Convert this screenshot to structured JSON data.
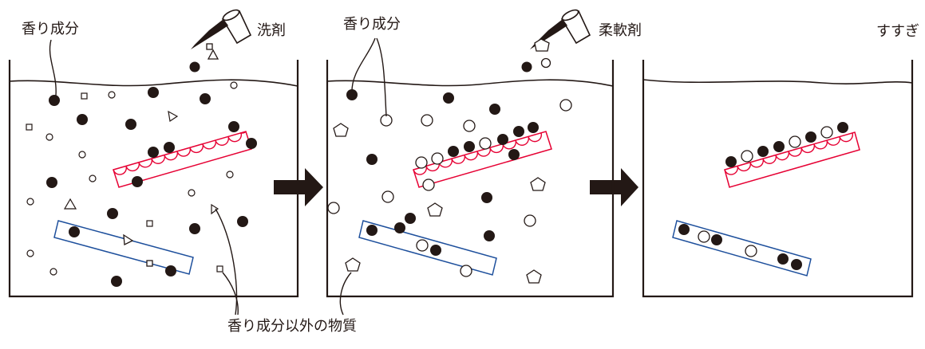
{
  "labels": {
    "fragrance_top_left": "香り成分",
    "detergent": "洗剤",
    "fragrance_top_middle": "香り成分",
    "softener": "柔軟剤",
    "rinse": "すすぎ",
    "non_fragrance": "香り成分以外の物質"
  },
  "colors": {
    "ink": "#231815",
    "red_fiber": "#e60033",
    "blue_fiber": "#1d4f9c"
  },
  "icons": {
    "pour_cup": "cup-pouring-icon",
    "arrow": "right-arrow-icon"
  }
}
